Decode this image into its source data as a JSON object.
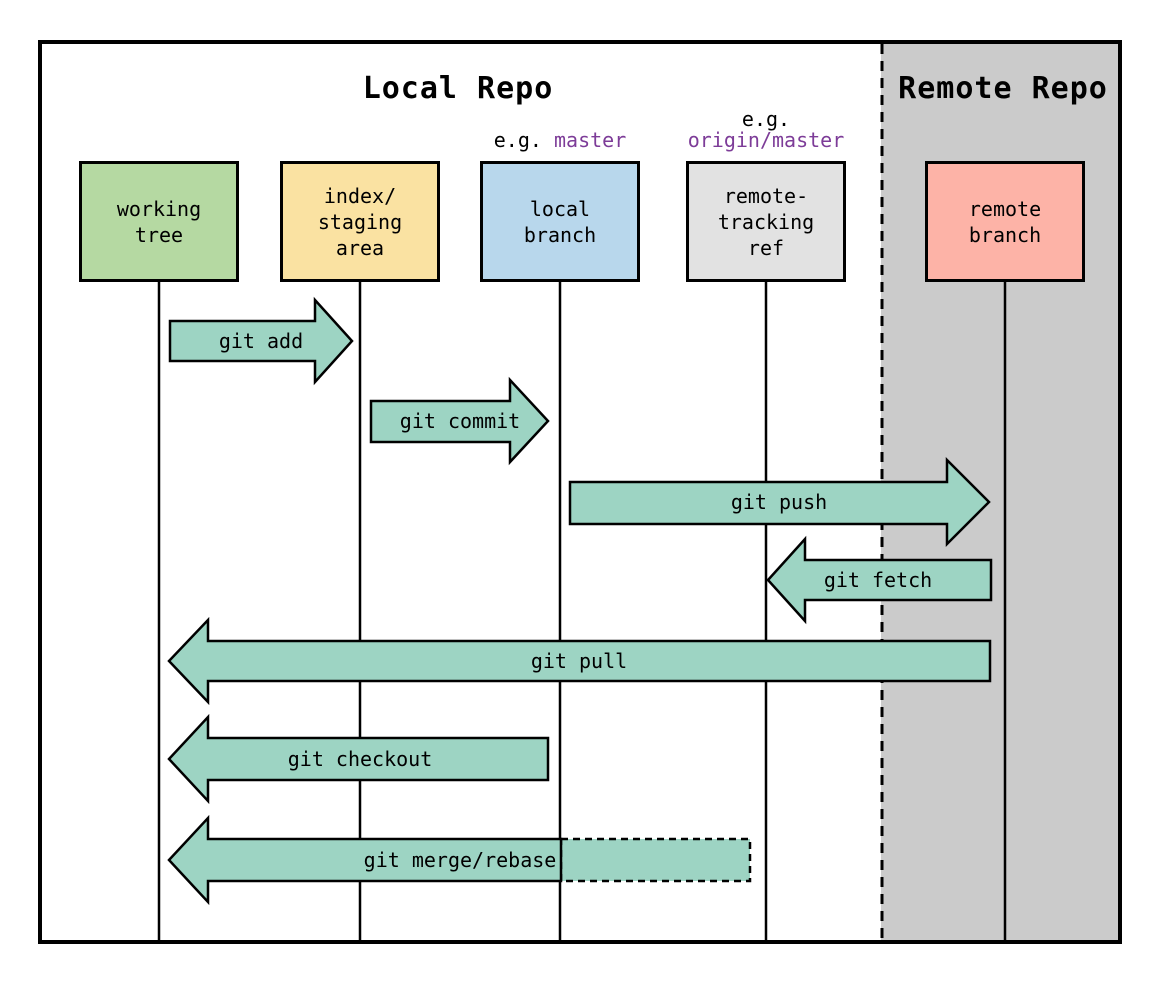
{
  "sections": {
    "local": {
      "title": "Local Repo"
    },
    "remote": {
      "title": "Remote Repo"
    }
  },
  "annotations": {
    "local_branch": {
      "prefix": "e.g.",
      "value": "master"
    },
    "remote_tracking": {
      "prefix": "e.g.",
      "value": "origin/master"
    }
  },
  "nodes": [
    {
      "id": "working-tree",
      "label": "working\ntree",
      "fill": "#b5d9a2"
    },
    {
      "id": "index-staging-area",
      "label": "index/\nstaging\narea",
      "fill": "#fae2a2"
    },
    {
      "id": "local-branch",
      "label": "local\nbranch",
      "fill": "#b8d7ec"
    },
    {
      "id": "remote-tracking-ref",
      "label": "remote-\ntracking\nref",
      "fill": "#e2e2e2"
    },
    {
      "id": "remote-branch",
      "label": "remote\nbranch",
      "fill": "#fdb3a7"
    }
  ],
  "arrows": [
    {
      "label": "git add",
      "from": "working tree",
      "to": "index/staging area",
      "direction": "right"
    },
    {
      "label": "git commit",
      "from": "index/staging area",
      "to": "local branch",
      "direction": "right"
    },
    {
      "label": "git push",
      "from": "local branch",
      "to": "remote branch",
      "direction": "right"
    },
    {
      "label": "git fetch",
      "from": "remote branch",
      "to": "remote-tracking ref",
      "direction": "left"
    },
    {
      "label": "git pull",
      "from": "remote branch",
      "to": "working tree",
      "direction": "left"
    },
    {
      "label": "git checkout",
      "from": "local branch",
      "to": "working tree",
      "direction": "left"
    },
    {
      "label": "git merge/rebase",
      "from": "remote-tracking ref",
      "to": "working tree",
      "direction": "left",
      "dashed_source_segment": true
    }
  ],
  "colors": {
    "arrow_fill": "#9dd4c3",
    "remote_background": "#cbcbcb",
    "annotation_value": "#7d3c98",
    "outline": "#000000"
  }
}
